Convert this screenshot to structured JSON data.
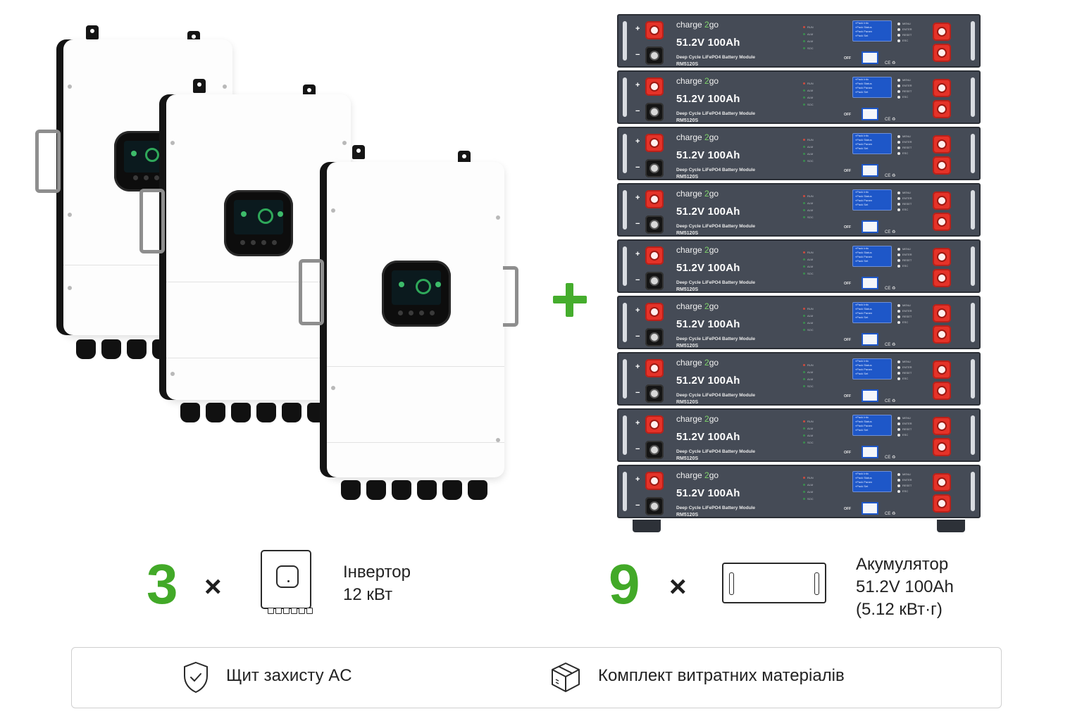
{
  "bundle": {
    "inverter": {
      "quantity": "3",
      "multiply_sign": "×",
      "name": "Інвертор",
      "power": "12 кВт",
      "units_drawn": 3
    },
    "plus_sign": "+",
    "battery": {
      "quantity": "9",
      "multiply_sign": "×",
      "name": "Акумулятор",
      "spec": "51.2V 100Ah",
      "energy": "(5.12 кВт·г)"
    }
  },
  "battery_module": {
    "brand_prefix": "charge",
    "brand_digit": "2",
    "brand_suffix": "go",
    "title": "51.2V 100Ah",
    "subtitle": "Deep Cycle LiFePO4 Battery Module",
    "model": "RM5120S",
    "plus_label": "+",
    "minus_label": "−",
    "led_labels": [
      "RUN",
      "ALM",
      "ALM",
      "SOC"
    ],
    "lcd_lines": [
      "»Pack Info",
      "»Pack Status",
      "»Pack Param",
      "»Pack Set"
    ],
    "key_labels": [
      "MENU",
      "ENTER",
      "RESET",
      "ESC"
    ],
    "switch_label": "OFF",
    "cert_marks": "CE ♻",
    "count": 9
  },
  "extras": [
    {
      "label": "Щит захисту AC",
      "icon": "shield-check-icon"
    },
    {
      "label": "Комплект витратних матеріалів",
      "icon": "package-box-icon"
    }
  ],
  "colors": {
    "accent_green": "#42a928",
    "battery_panel": "#454b56",
    "terminal_red": "#e53228",
    "battery_lcd": "#1e57c8"
  }
}
